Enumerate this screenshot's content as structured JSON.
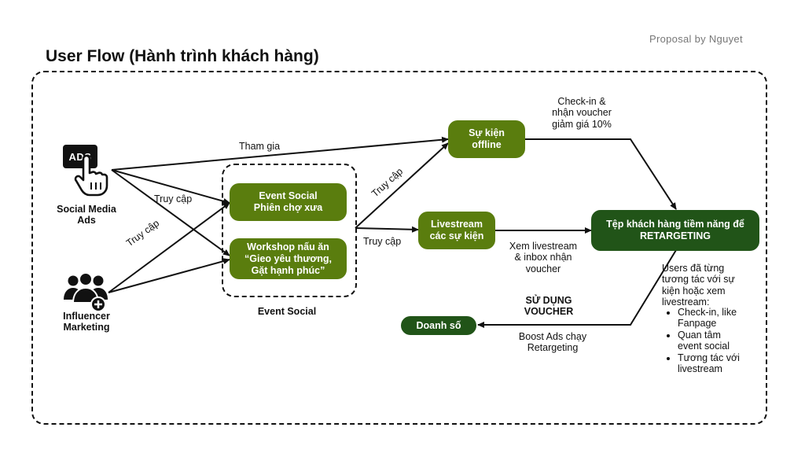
{
  "header": {
    "title": "User Flow (Hành trình khách hàng)",
    "proposal": "Proposal by Nguyet"
  },
  "sources": {
    "social_media": {
      "icon_text": "ADS",
      "label": "Social Media\nAds",
      "icon": "ads-click-icon"
    },
    "influencer": {
      "label": "Influencer\nMarketing",
      "icon": "people-add-icon"
    }
  },
  "group": {
    "label": "Event Social"
  },
  "nodes": {
    "event_social": "Event Social\nPhiên chợ xưa",
    "workshop": "Workshop nấu ăn\n“Gieo yêu thương,\nGặt hạnh phúc”",
    "su_kien_offline": "Sự kiện\noffline",
    "livestream": "Livestream\ncác sự kiện",
    "tep_khach_hang": "Tệp khách hàng tiềm năng để\nRETARGETING",
    "doanh_so": "Doanh số"
  },
  "edge_labels": {
    "tham_gia": "Tham gia",
    "truy_cap_1": "Truy cập",
    "truy_cap_2": "Truy cập",
    "truy_cap_3": "Truy cập",
    "truy_cap_4": "Truy cập",
    "checkin": "Check-in &\nnhận voucher\ngiảm giá 10%",
    "xem_livestream": "Xem livestream\n& inbox nhận\nvoucher",
    "su_dung_voucher": "SỬ DỤNG\nVOUCHER",
    "boost_ads": "Boost Ads chạy\nRetargeting"
  },
  "users_note": {
    "intro": "Users đã từng\ntương tác với sự\nkiện hoặc xem\nlivestream:",
    "items": [
      "Check-in, like\nFanpage",
      "Quan tâm\nevent social",
      "Tương tác với\nlivestream"
    ]
  },
  "colors": {
    "light_green": "#5a7d0e",
    "dark_green": "#215418"
  }
}
